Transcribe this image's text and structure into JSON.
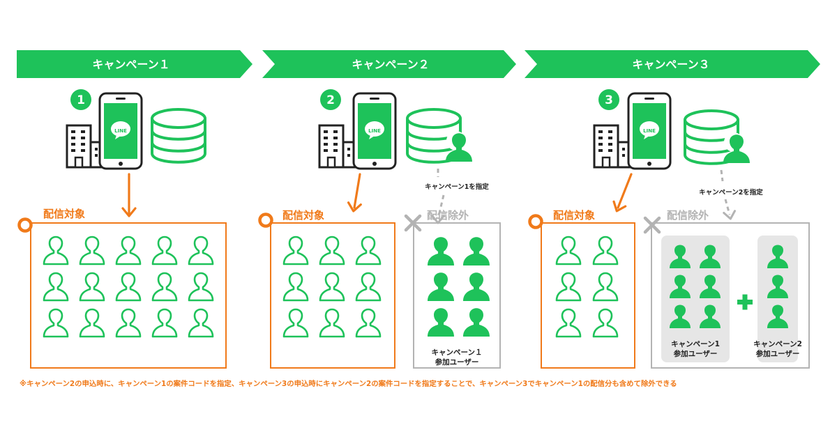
{
  "colors": {
    "green": "#1ec25a",
    "orange": "#f07a1a",
    "gray": "#b3b3b3",
    "panel": "#e6e6e6"
  },
  "campaigns": [
    {
      "banner": "キャンペーン１",
      "step": "1"
    },
    {
      "banner": "キャンペーン２",
      "step": "2"
    },
    {
      "banner": "キャンペーン３",
      "step": "3"
    }
  ],
  "phone": {
    "logo": "LINE"
  },
  "target_label": "配信対象",
  "exclude_label": "配信除外",
  "spec": {
    "c2": "キャンペーン1を指定",
    "c3": "キャンペーン2を指定"
  },
  "groups": {
    "c2": [
      "キャンペーン１",
      "参加ユーザー"
    ],
    "c3a": [
      "キャンペーン1",
      "参加ユーザー"
    ],
    "c3b": [
      "キャンペーン2",
      "参加ユーザー"
    ]
  },
  "footnote": "※キャンペーン2の申込時に、キャンペーン1の案件コードを指定、キャンペーン3の申込時にキャンペーン2の案件コードを指定することで、キャンペーン3でキャンペーン1の配信分も含めて除外できる"
}
